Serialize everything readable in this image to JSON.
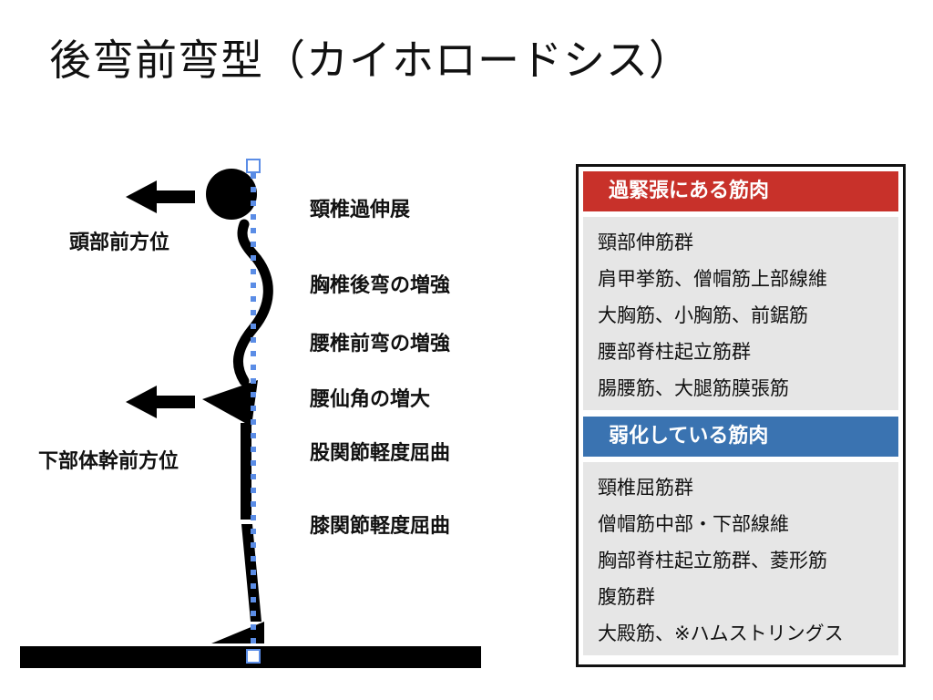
{
  "title": "後弯前弯型（カイホロードシス）",
  "posture_labels": {
    "head_forward": "頭部前方位",
    "lower_trunk_forward": "下部体幹前方位",
    "cervical": "頸椎過伸展",
    "thoracic": "胸椎後弯の増強",
    "lumbar": "腰椎前弯の増強",
    "lumbosacral": "腰仙角の増大",
    "hip": "股関節軽度屈曲",
    "knee": "膝関節軽度屈曲"
  },
  "panel": {
    "tight_header": "過緊張にある筋肉",
    "tight_color": "#c8312a",
    "tight_items": [
      "頸部伸筋群",
      "肩甲挙筋、僧帽筋上部線維",
      "大胸筋、小胸筋、前鋸筋",
      "腰部脊柱起立筋群",
      "腸腰筋、大腿筋膜張筋"
    ],
    "weak_header": "弱化している筋肉",
    "weak_color": "#3a73b1",
    "weak_items": [
      "頸椎屈筋群",
      "僧帽筋中部・下部線維",
      "胸部脊柱起立筋群、菱形筋",
      "腹筋群",
      "大殿筋、※ハムストリングス"
    ]
  }
}
